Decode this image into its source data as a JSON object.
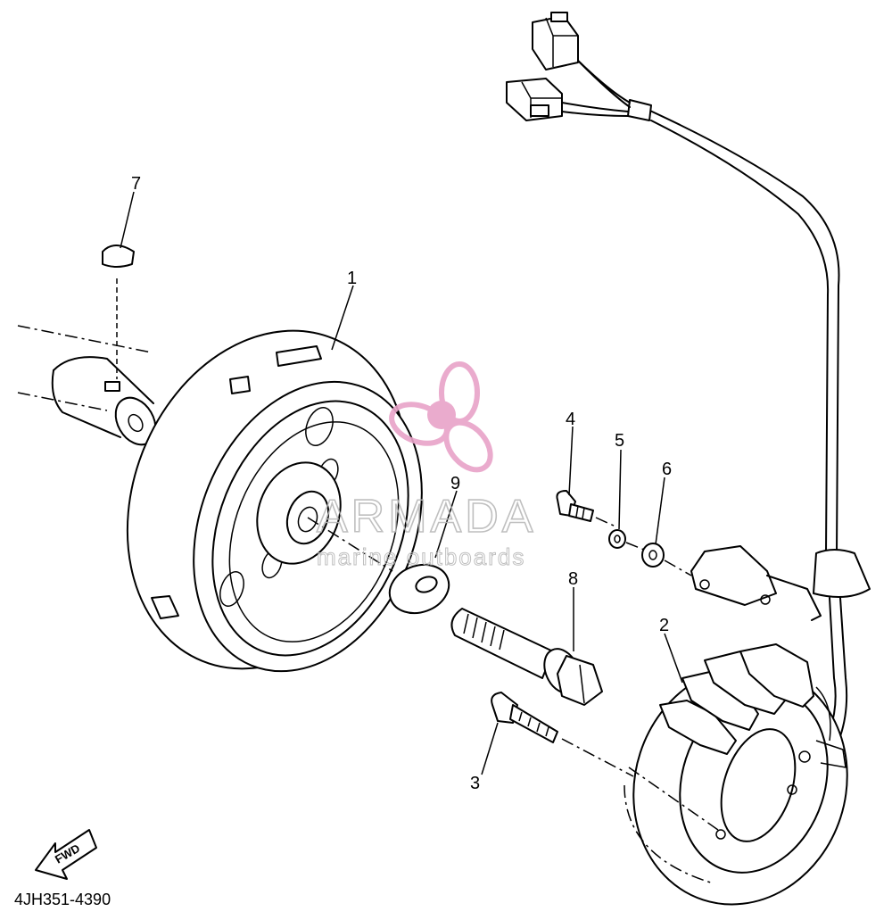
{
  "diagram": {
    "drawing_code": "4JH351-4390",
    "direction_label": "FWD",
    "callouts": [
      "1",
      "2",
      "3",
      "4",
      "5",
      "6",
      "7",
      "8",
      "9"
    ],
    "watermark": {
      "brand": "ARMADA",
      "tagline": "marine outboards",
      "colors": {
        "logo": "#e8a3c8",
        "text": "#b9b9b9"
      }
    }
  }
}
